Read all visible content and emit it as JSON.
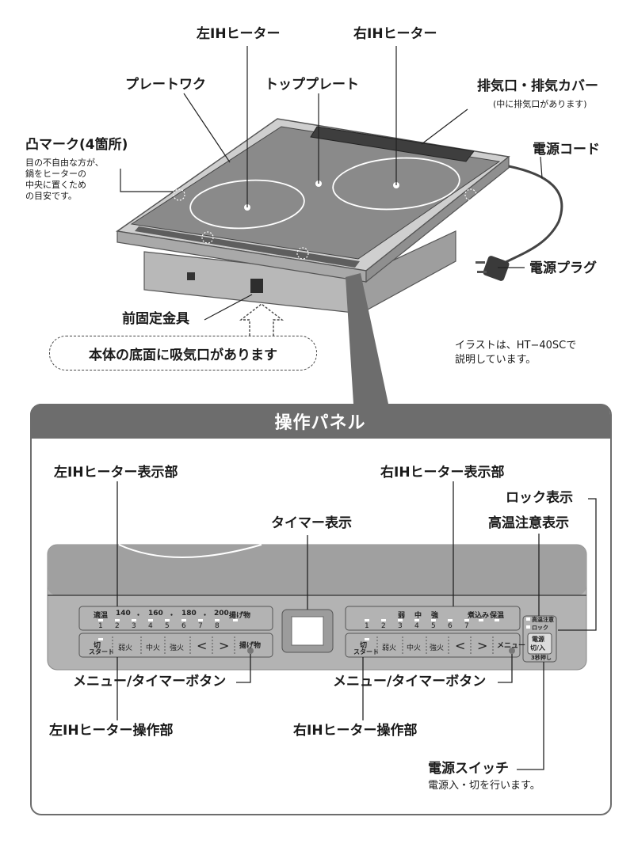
{
  "labels": {
    "left_heater": "左IHヒーター",
    "right_heater": "右IHヒーター",
    "plate_work": "プレートワク",
    "top_plate": "トッププレート",
    "exhaust": "排気口・排気カバー",
    "exhaust_note": "(中に排気口があります)",
    "bump_mark": "凸マーク(4箇所)",
    "bump_note_1": "目の不自由な方が、",
    "bump_note_2": "鍋をヒーターの",
    "bump_note_3": "中央に置くため",
    "bump_note_4": "の目安です。",
    "power_cord": "電源コード",
    "power_plug": "電源プラグ",
    "front_bracket": "前固定金具",
    "intake_note": "本体の底面に吸気口があります",
    "illust_note_1": "イラストは、HT−40SCで",
    "illust_note_2": "説明しています。"
  },
  "panel": {
    "title": "操作パネル",
    "left_display": "左IHヒーター表示部",
    "right_display": "右IHヒーター表示部",
    "lock_display": "ロック表示",
    "hot_display": "高温注意表示",
    "timer_display": "タイマー表示",
    "menu_timer_left": "メニュー/タイマーボタン",
    "menu_timer_right": "メニュー/タイマーボタン",
    "left_operation": "左IHヒーター操作部",
    "right_operation": "右IHヒーター操作部",
    "power_switch": "電源スイッチ",
    "power_switch_note": "電源入・切を行います。",
    "left_scale": [
      "適温",
      "140",
      "・",
      "160",
      "・",
      "180",
      "・",
      "200",
      "揚げ物"
    ],
    "left_nums": [
      "1",
      "2",
      "3",
      "4",
      "5",
      "6",
      "7",
      "8"
    ],
    "right_scale": [
      "弱",
      "中",
      "強",
      "煮込み",
      "保温"
    ],
    "right_nums": [
      "1",
      "2",
      "3",
      "4",
      "5",
      "6",
      "7"
    ],
    "btn_off": "切",
    "btn_start": "スタート",
    "btn_weak": "弱火",
    "btn_mid": "中火",
    "btn_strong": "強火",
    "btn_lt": "<",
    "btn_gt": ">",
    "btn_fry": "揚げ物",
    "btn_menu": "メニュー",
    "power_btn_1": "電源",
    "power_btn_2": "切/入",
    "lock_hint": "3秒押し",
    "hot_led": "高温注意",
    "lock_led": "ロック"
  }
}
